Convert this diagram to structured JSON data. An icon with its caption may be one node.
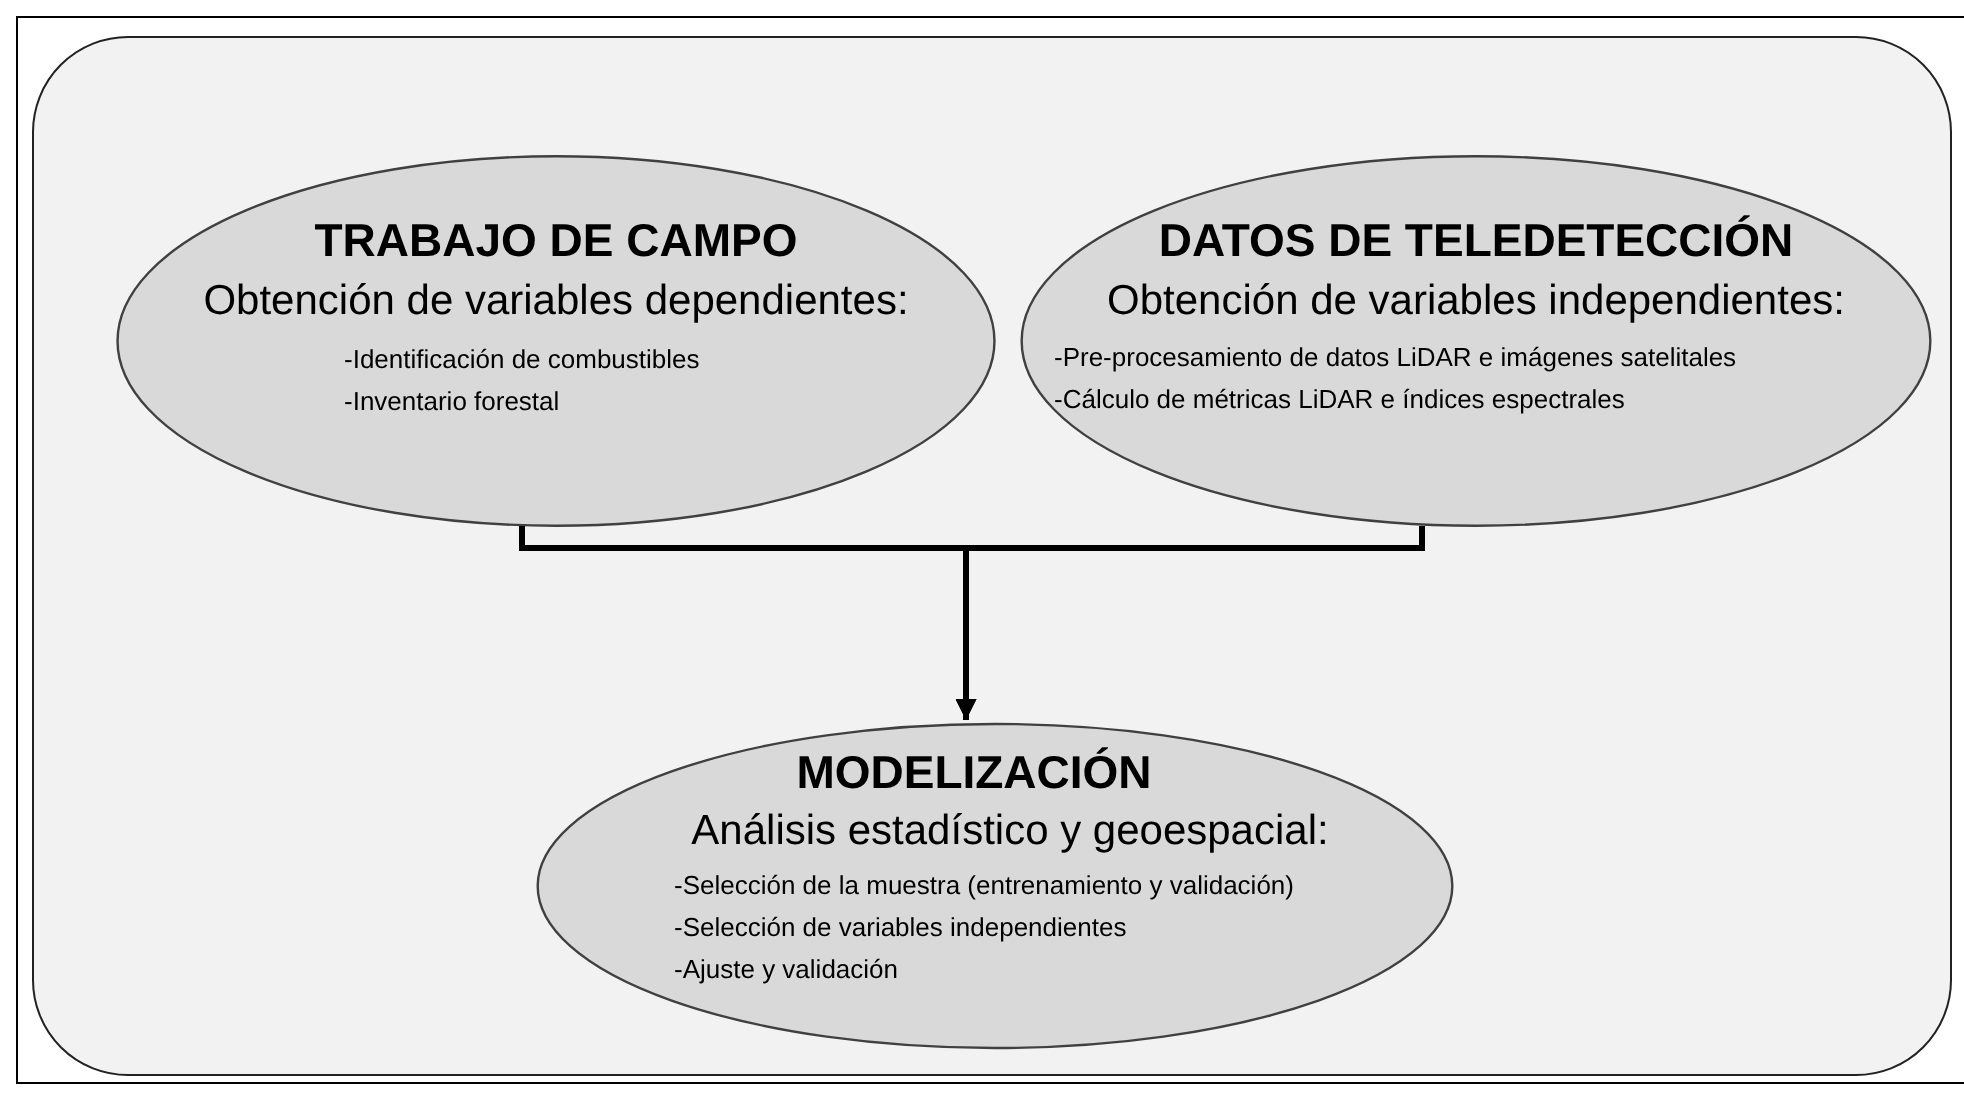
{
  "diagram": {
    "nodes": [
      {
        "text": [],
        "shape": "box"
      },
      {
        "text": [
          "TRABAJO DE CAMPO",
          "Obtención de variables dependientes:",
          "-Identificación de combustibles",
          "-Inventario forestal"
        ],
        "in": 0
      },
      {
        "text": [
          "DATOS DE TELEDETECCIÓN",
          "Obtención de variables independientes:",
          "-Pre-procesamiento de datos LiDAR e imágenes satelitales",
          "-Cálculo de métricas LiDAR e índices espectrales"
        ],
        "in": 0
      },
      {
        "text": [
          "MODELIZACIÓN",
          "Análisis estadístico y geoespacial:",
          "-Selección de la muestra (entrenamiento y validación)",
          "-Selección de variables independientes",
          "-Ajuste y validación"
        ],
        "in": 0
      }
    ],
    "edges": [
      {
        "from": 1,
        "to": 3,
        "arrow": "to"
      },
      {
        "from": 2,
        "to": 3,
        "arrow": "to"
      }
    ]
  }
}
